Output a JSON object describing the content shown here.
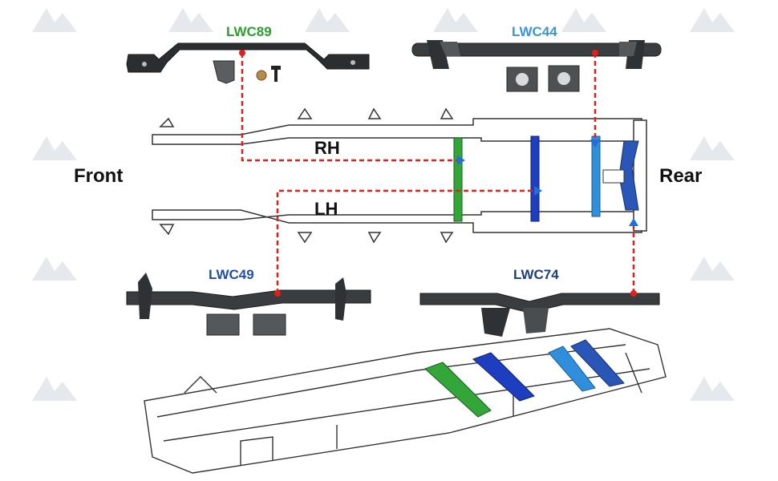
{
  "labels": {
    "front": "Front",
    "rear": "Rear",
    "rh": "RH",
    "lh": "LH"
  },
  "parts": [
    {
      "code": "LWC89",
      "color": "#2ca02c"
    },
    {
      "code": "LWC44",
      "color": "#3a95dc"
    },
    {
      "code": "LWC49",
      "color": "#1f4fa8"
    },
    {
      "code": "LWC74",
      "color": "#1d3f7a"
    }
  ],
  "watermark": "Mountainpeak",
  "colors": {
    "leader": "#e0201b",
    "frame_outline": "#333333",
    "tube": "#3a3d40",
    "crossmember_green": "#33a63a",
    "crossmember_navy": "#1e3ec0",
    "crossmember_blue": "#2f8fdc",
    "crossmember_darkblue": "#2a56b8"
  }
}
